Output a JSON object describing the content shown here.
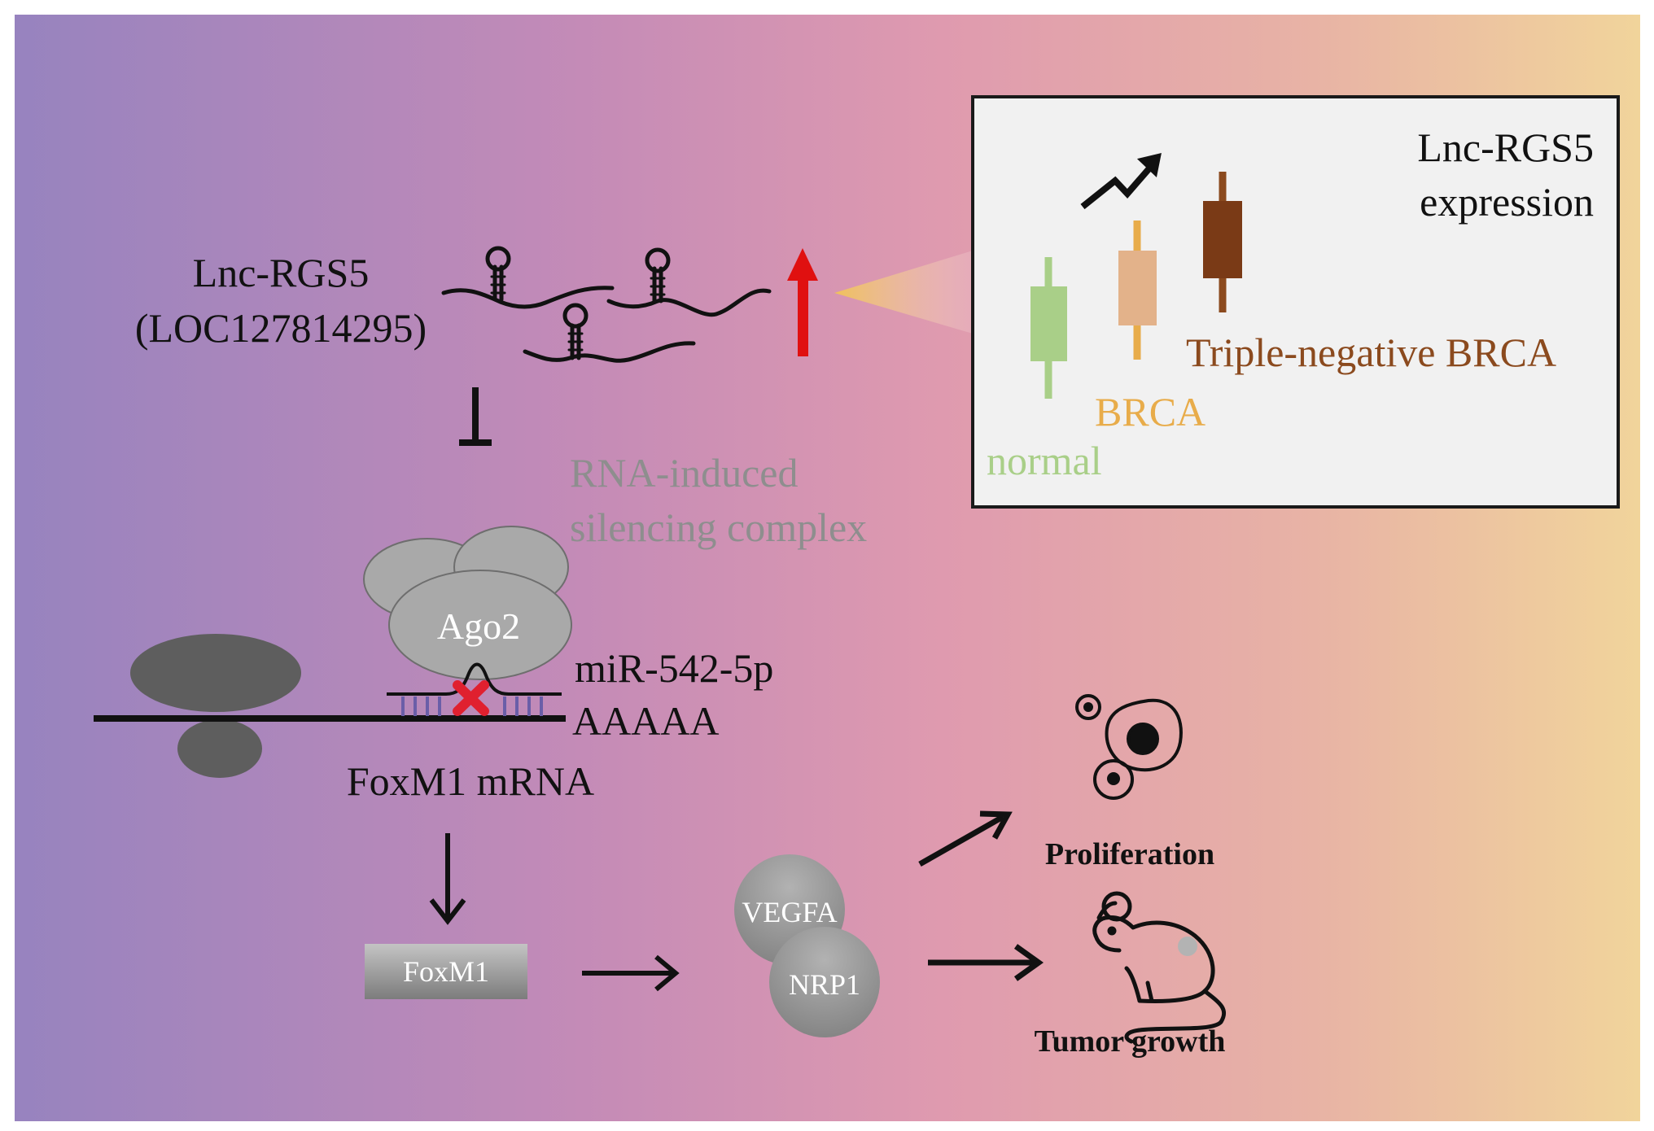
{
  "lnc": {
    "name": "Lnc-RGS5",
    "locus": "(LOC127814295)"
  },
  "inset": {
    "title_line1": "Lnc-RGS5",
    "title_line2": "expression",
    "groups": {
      "normal": "normal",
      "brca": "BRCA",
      "tnbc": "Triple-negative BRCA"
    }
  },
  "risc": {
    "line1": "RNA-induced",
    "line2": "silencing complex",
    "ago_label": "Ago2"
  },
  "mirna": "miR-542-5p",
  "polya": "AAAAA",
  "mrna_label": "FoxM1 mRNA",
  "foxm1_box": "FoxM1",
  "vegfa": "VEGFA",
  "nrp1": "NRP1",
  "outcomes": {
    "proliferation": "Proliferation",
    "tumor_growth": "Tumor growth"
  },
  "colors": {
    "bg_left": "#9783bf",
    "bg_mid": "#df9aaf",
    "bg_right": "#f1d49b",
    "up_arrow": "#e01010",
    "inhibit_x": "#e0202f",
    "normal": "#a9cf88",
    "brca": "#e8ac4a",
    "tnbc": "#8b4a1e",
    "risc_text": "#8e8e8e",
    "ribosome": "#5a5a5a",
    "ago": "#a9a9a9"
  }
}
